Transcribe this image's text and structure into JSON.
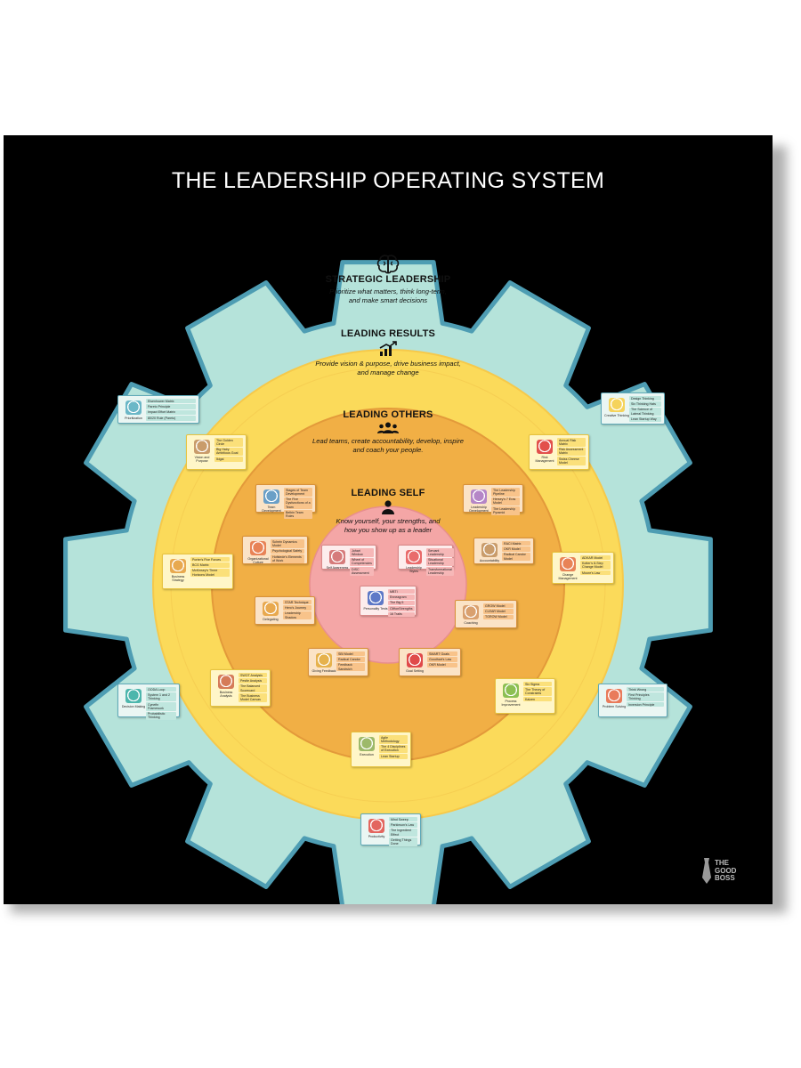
{
  "title": "THE LEADERSHIP OPERATING SYSTEM",
  "rings": {
    "strategic": {
      "title": "STRATEGIC LEADERSHIP",
      "subtitle_line1": "Prioritize what matters, think long-term,",
      "subtitle_line2": "and make smart decisions",
      "icon": "brain-icon",
      "color": "#B5E3DA"
    },
    "results": {
      "title": "LEADING RESULTS",
      "subtitle_line1": "Provide vision & purpose, drive business impact,",
      "subtitle_line2": "and manage change",
      "icon": "growth-chart-icon",
      "color": "#FBDA5A"
    },
    "others": {
      "title": "LEADING OTHERS",
      "subtitle_line1": "Lead teams, create accountability, develop, inspire",
      "subtitle_line2": "and coach your people.",
      "icon": "team-icon",
      "color": "#F1AF45"
    },
    "self": {
      "title": "LEADING SELF",
      "subtitle_line1": "Know yourself, your strengths, and",
      "subtitle_line2": "how you show up as a leader",
      "icon": "person-icon",
      "color": "#F4A6A6"
    }
  },
  "cards": {
    "prioritization": {
      "title": "Prioritization",
      "items": [
        "Eisenhower Matrix",
        "Pareto Principle",
        "Impact Effort Matrix",
        "80/20 Rule (Pareto)"
      ]
    },
    "creative_thinking": {
      "title": "Creative Thinking",
      "items": [
        "Design Thinking",
        "Six Thinking Hats",
        "The Science of Lateral Thinking",
        "Lean Startup Way"
      ]
    },
    "decision_making": {
      "title": "Decision Making",
      "items": [
        "OODA Loop",
        "System 1 and 2 Thinking",
        "Cynefin Framework",
        "Probabilistic Thinking"
      ]
    },
    "problem_solving": {
      "title": "Problem Solving",
      "items": [
        "Think Wrong",
        "First Principles Thinking",
        "Inversion Principle"
      ]
    },
    "productivity": {
      "title": "Productivity",
      "items": [
        "Mind Sweep",
        "Parkinson's Law",
        "The Ingredient Effect",
        "Getting Things Done"
      ]
    },
    "vision_purpose": {
      "title": "Vision and Purpose",
      "items": [
        "The Golden Circle",
        "Big Hairy Ambitious Goal",
        "Ikigai"
      ]
    },
    "risk_management": {
      "title": "Risk Management",
      "items": [
        "Annual Risk Matrix",
        "Risk Assessment Matrix",
        "Swiss Cheese Model"
      ]
    },
    "business_strategy": {
      "title": "Business Strategy",
      "items": [
        "Porter's Five Forces",
        "BCG Matrix",
        "McKinsey's Three Horizons Model"
      ]
    },
    "change_management": {
      "title": "Change Management",
      "items": [
        "ADKAR Model",
        "Kotter's 8-Step Change Model",
        "Moore's Law"
      ]
    },
    "business_analysis": {
      "title": "Business Analysis",
      "items": [
        "SWOT Analysis",
        "Pestle Analysis",
        "The Balanced Scorecard",
        "The Business Model Canvas"
      ]
    },
    "process_improvement": {
      "title": "Process Improvement",
      "items": [
        "Six Sigma",
        "The Theory of Constraints",
        "Kaizen"
      ]
    },
    "execution": {
      "title": "Execution",
      "items": [
        "Agile Methodology",
        "The 4 Disciplines of Execution",
        "Lean Startup"
      ]
    },
    "team_development": {
      "title": "Team Development",
      "items": [
        "Stages of Team Development",
        "The Five Dysfunctions of a Team",
        "Belbin Team Roles"
      ]
    },
    "leadership_development": {
      "title": "Leadership Development",
      "items": [
        "The Leadership Pipeline",
        "Hersey's 7 Eras Model",
        "The Leadership Pyramid"
      ]
    },
    "organizational_culture": {
      "title": "Organizational Culture",
      "items": [
        "Schein Dynamics Model",
        "Psychological Safety",
        "Hofstede's Elements of Work"
      ]
    },
    "accountability": {
      "title": "Accountability",
      "items": [
        "RACI Matrix",
        "OKR Model",
        "Radical Candor Model"
      ]
    },
    "delegating": {
      "title": "Delegating",
      "items": [
        "STAR Technique",
        "Hero's Journey",
        "Leadership Shadow"
      ]
    },
    "coaching": {
      "title": "Coaching",
      "items": [
        "GROW Model",
        "CLEAR Model",
        "TGROW Model"
      ]
    },
    "giving_feedback": {
      "title": "Giving Feedback",
      "items": [
        "SBI Model",
        "Radical Candor",
        "Feedback Sandwich"
      ]
    },
    "goal_setting": {
      "title": "Goal Setting",
      "items": [
        "SMART Goals",
        "Goodhart's Law",
        "OKR Model"
      ]
    },
    "self_awareness": {
      "title": "Self Awareness",
      "items": [
        "Johari Window",
        "Wheel of Competencies",
        "DISC Assessment"
      ]
    },
    "leadership_styles": {
      "title": "Leadership Styles",
      "items": [
        "Servant Leadership",
        "Situational Leadership",
        "Transformational Leadership"
      ]
    },
    "personality_tests": {
      "title": "Personality Tests",
      "items": [
        "MBTI",
        "Enneagram",
        "The Big 5",
        "CliftonStrengths",
        "16 Traits"
      ]
    }
  },
  "colors": {
    "poster_bg": "#000000",
    "gear_fill": "#B5E3DA",
    "gear_stroke": "#4E9DB3",
    "results_fill": "#FBDA5A",
    "others_fill": "#F1AF45",
    "self_fill": "#F4A6A6",
    "card_yellow": "#FBEA8A",
    "card_orange": "#F7C98B",
    "card_teal": "#D9F1EC",
    "card_pink": "#FBE2E2"
  },
  "logo": {
    "line1": "THE",
    "line2": "GOOD",
    "line3": "BOSS"
  }
}
